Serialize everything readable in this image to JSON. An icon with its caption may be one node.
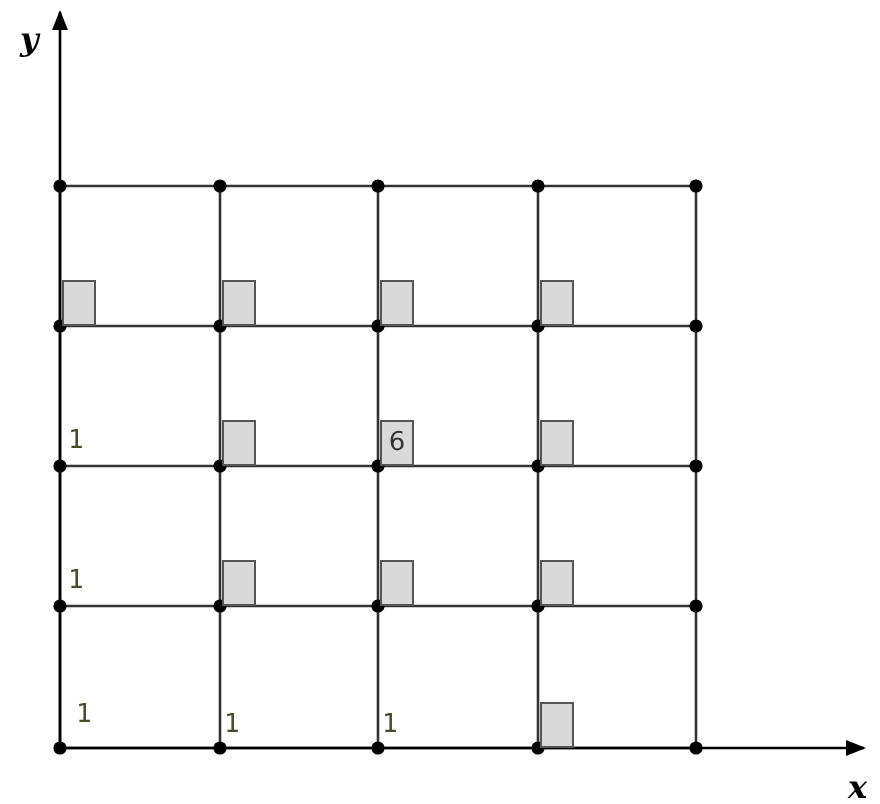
{
  "diagram": {
    "nodes": [
      {
        "text": [],
        "shape": "box"
      },
      {
        "text": [],
        "shape": "box"
      },
      {
        "text": [],
        "shape": "box"
      },
      {
        "text": [],
        "shape": "box"
      },
      {
        "text": [],
        "shape": "box"
      },
      {
        "text": [
          "6"
        ]
      },
      {
        "text": [],
        "shape": "box"
      },
      {
        "text": [],
        "shape": "box"
      },
      {
        "text": [],
        "shape": "box"
      },
      {
        "text": [],
        "shape": "box"
      },
      {
        "text": [],
        "shape": "box"
      }
    ],
    "labels": [
      "y",
      "1",
      "1",
      "1",
      "1",
      "1",
      "x"
    ]
  }
}
